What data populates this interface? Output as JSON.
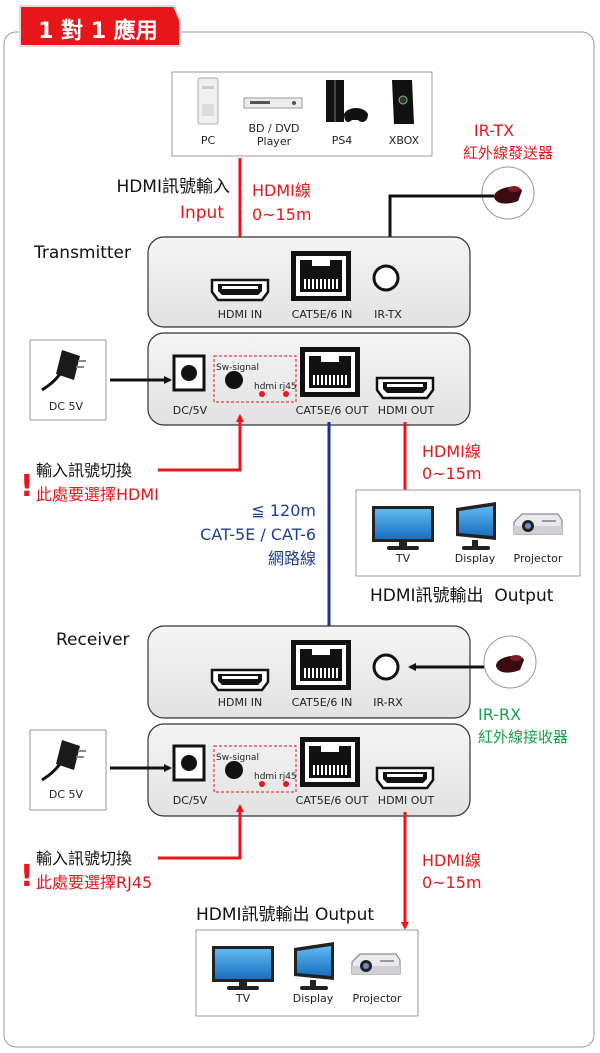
{
  "header": {
    "title": "1 對 1 應用",
    "color": "#e8151b"
  },
  "colors": {
    "red": "#e8151b",
    "blue": "#1f2f8f",
    "green": "#14a14a"
  },
  "sources": {
    "items": [
      {
        "label": "PC",
        "icon": "pc-tower-icon"
      },
      {
        "label_line1": "BD / DVD",
        "label_line2": "Player",
        "icon": "dvd-player-icon"
      },
      {
        "label": "PS4",
        "icon": "ps4-icon"
      },
      {
        "label": "XBOX",
        "icon": "xbox-icon"
      }
    ]
  },
  "input_labels": {
    "line1": "HDMI訊號輸入",
    "line2": "Input"
  },
  "cable_top": {
    "line1": "HDMI線",
    "line2": "0~15m"
  },
  "ir_tx": {
    "line1": "IR-TX",
    "line2": "紅外線發送器",
    "icon": "ir-transmitter-icon"
  },
  "transmitter": {
    "title": "Transmitter",
    "top_ports": [
      "HDMI IN",
      "CAT5E/6 IN",
      "IR-TX"
    ],
    "bottom_ports": [
      "DC/5V",
      "CAT5E/6 OUT",
      "HDMI OUT"
    ],
    "switch": {
      "label": "Sw-signal",
      "opt1": "hdmi",
      "opt2": "rj45"
    }
  },
  "power": {
    "label": "DC 5V",
    "icon": "power-adapter-icon"
  },
  "tx_switch_note": {
    "line1": "輸入訊號切換",
    "line2": "此處要選擇HDMI",
    "icon": "exclamation-icon"
  },
  "cable_mid": {
    "line1": "HDMI線",
    "line2": "0~15m"
  },
  "network": {
    "line1": "≦ 120m",
    "line2": "CAT-5E / CAT-6",
    "line3": "網路線"
  },
  "output_top": {
    "items": [
      {
        "label": "TV",
        "icon": "tv-icon"
      },
      {
        "label": "Display",
        "icon": "monitor-icon"
      },
      {
        "label": "Projector",
        "icon": "projector-icon"
      }
    ],
    "caption": "HDMI訊號輸出  Output"
  },
  "receiver": {
    "title": "Receiver",
    "top_ports": [
      "HDMI IN",
      "CAT5E/6 IN",
      "IR-RX"
    ],
    "bottom_ports": [
      "DC/5V",
      "CAT5E/6 OUT",
      "HDMI OUT"
    ],
    "switch": {
      "label": "Sw-signal",
      "opt1": "hdmi",
      "opt2": "rj45"
    }
  },
  "ir_rx": {
    "line1": "IR-RX",
    "line2": "紅外線接收器",
    "icon": "ir-receiver-icon"
  },
  "rx_switch_note": {
    "line1": "輸入訊號切換",
    "line2": "此處要選擇RJ45",
    "icon": "exclamation-icon"
  },
  "cable_bottom": {
    "line1": "HDMI線",
    "line2": "0~15m"
  },
  "output_bottom": {
    "caption": "HDMI訊號輸出 Output",
    "items": [
      {
        "label": "TV",
        "icon": "tv-icon"
      },
      {
        "label": "Display",
        "icon": "monitor-icon"
      },
      {
        "label": "Projector",
        "icon": "projector-icon"
      }
    ]
  }
}
